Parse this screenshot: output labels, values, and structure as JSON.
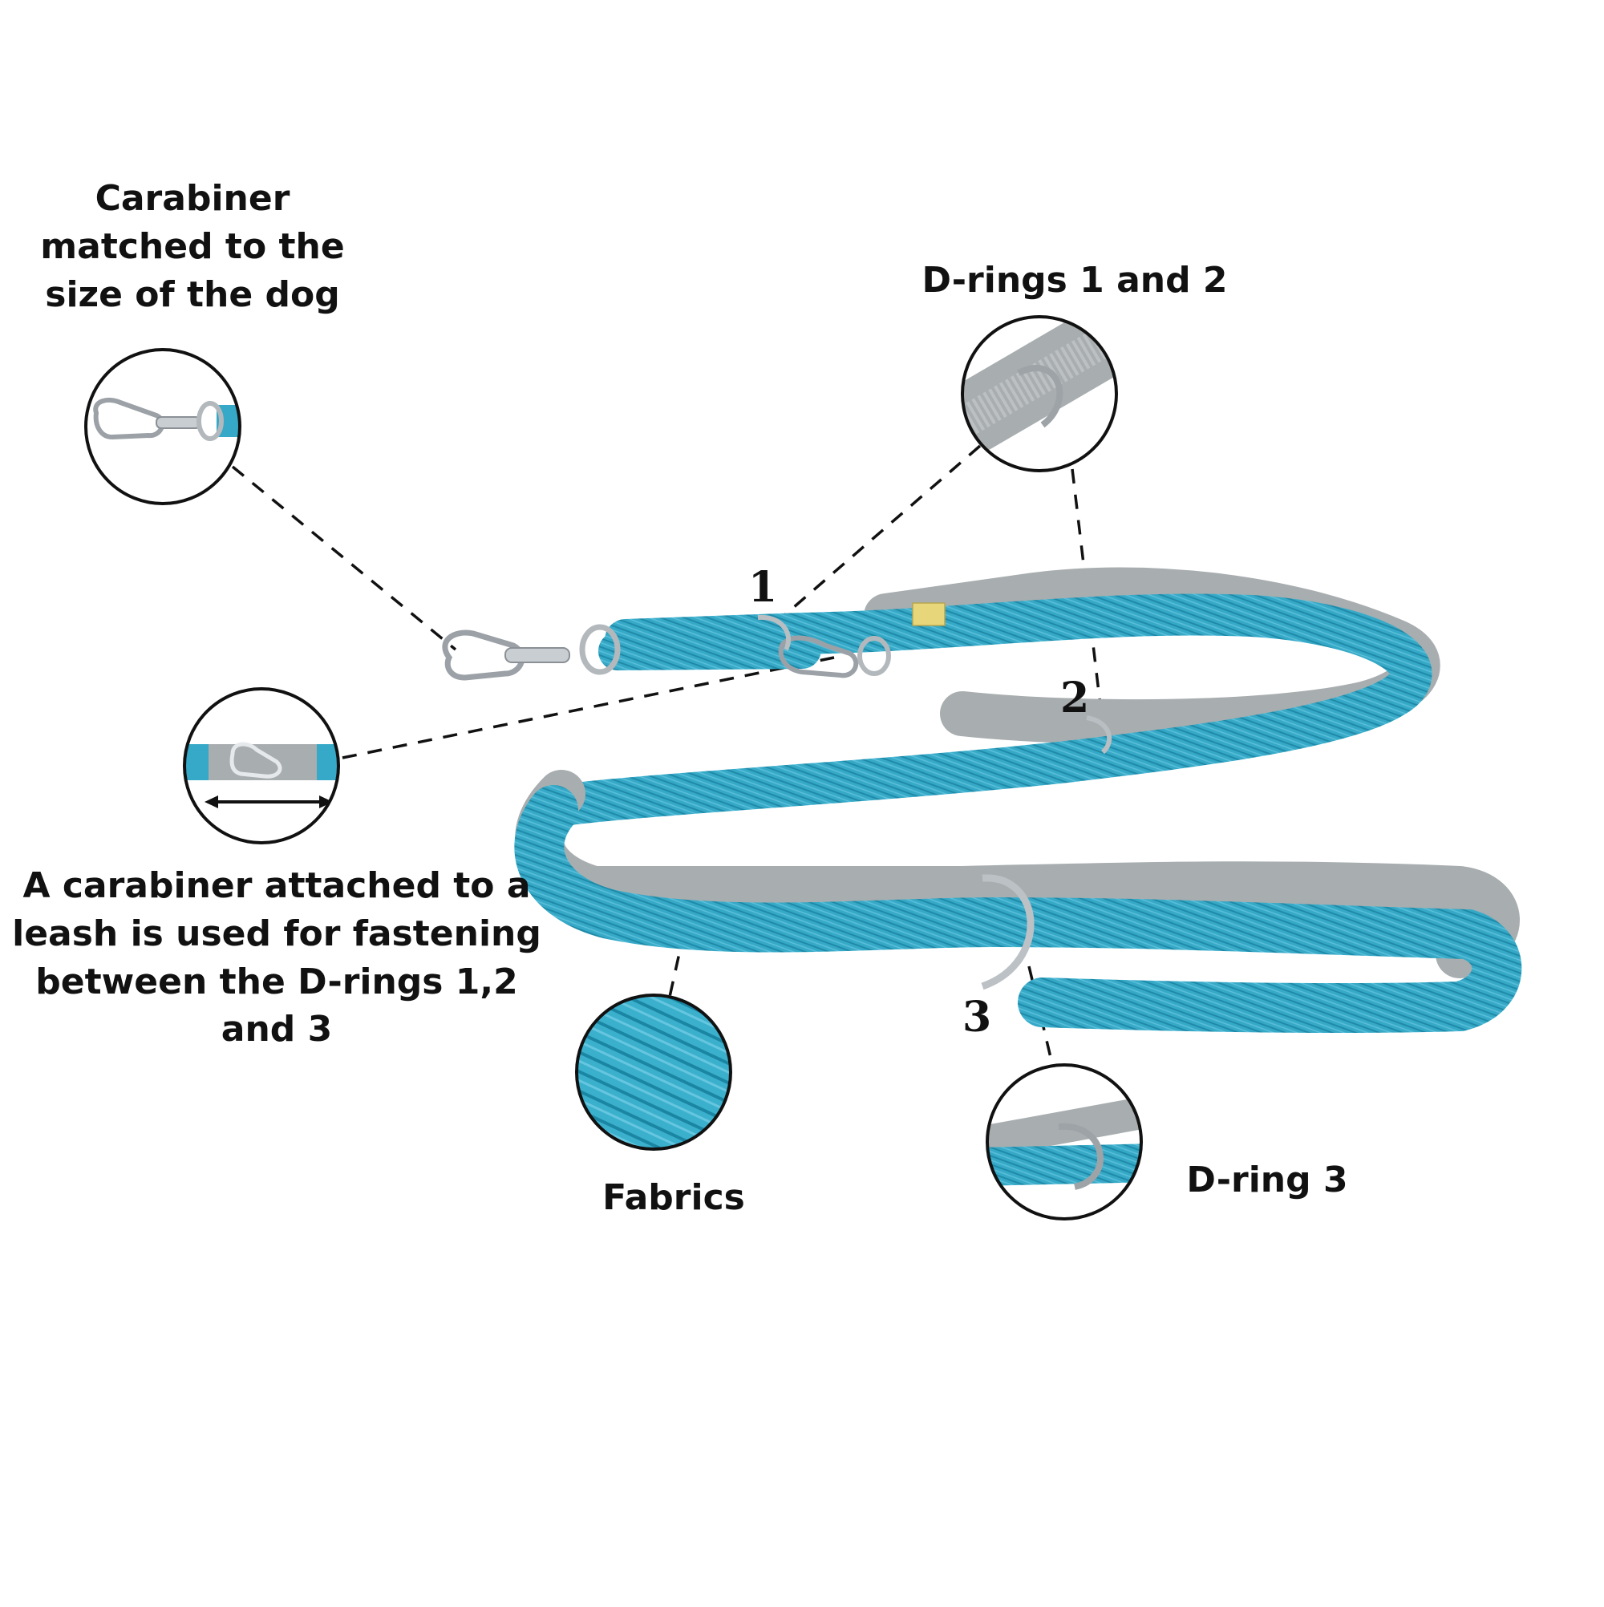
{
  "labels": {
    "carabiner_title": [
      "Carabiner",
      "matched to the",
      "size of the dog"
    ],
    "drings_12": "D-rings 1 and 2",
    "attached": [
      "A carabiner attached to a",
      "leash is used for fastening",
      "between the D-rings 1,2 and 3"
    ],
    "fabrics": "Fabrics",
    "dring_3": "D-ring 3"
  },
  "markers": {
    "one": "1",
    "two": "2",
    "three": "3"
  },
  "icons": {
    "carabiner_detail": "carabiner-zoom-icon",
    "drings_detail": "d-ring-zoom-icon",
    "attached_detail": "carabiner-attached-zoom-icon",
    "fabric_detail": "fabric-texture-zoom-icon",
    "dring3_detail": "d-ring-3-zoom-icon"
  },
  "colors": {
    "leash_blue": "#35a9c7",
    "leash_blue_dark": "#1f8aa8",
    "leash_grey": "#a8adaf",
    "metal": "#c9ced2",
    "line": "#111111"
  }
}
